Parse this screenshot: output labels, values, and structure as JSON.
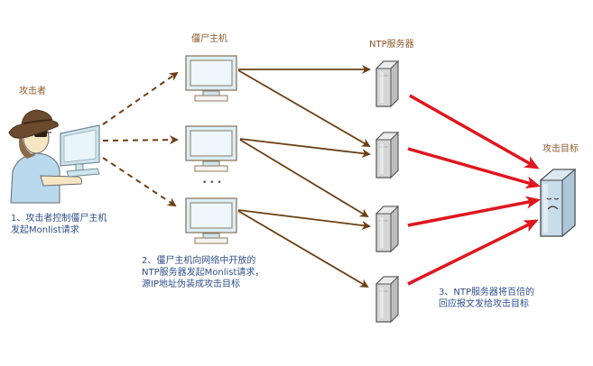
{
  "labels": {
    "attacker": "攻击者",
    "zombie_hosts": "僵尸主机",
    "ntp_servers": "NTP服务器",
    "target": "攻击目标",
    "ellipsis": "• • •"
  },
  "steps": [
    {
      "line1": "1、攻击者控制僵尸主机",
      "line2": "发起Monlist请求"
    },
    {
      "line1": "2、僵尸主机向网络中开放的",
      "line2": "NTP服务器发起Monlist请求，",
      "line3": "源IP地址伪装成攻击目标"
    },
    {
      "line1": "3、NTP服务器将百倍的",
      "line2": "回应报文发给攻击目标"
    }
  ],
  "colors": {
    "label_brown": "#8a5a2b",
    "step_blue": "#2f4e8a",
    "request_arrow": "#6b3f14",
    "response_arrow": "#e0161e",
    "monitor_frame": "#8d7a62",
    "monitor_screen": "#e3f1f7",
    "server_body": "#d4d4d4",
    "target_body": "#c9dcea"
  }
}
